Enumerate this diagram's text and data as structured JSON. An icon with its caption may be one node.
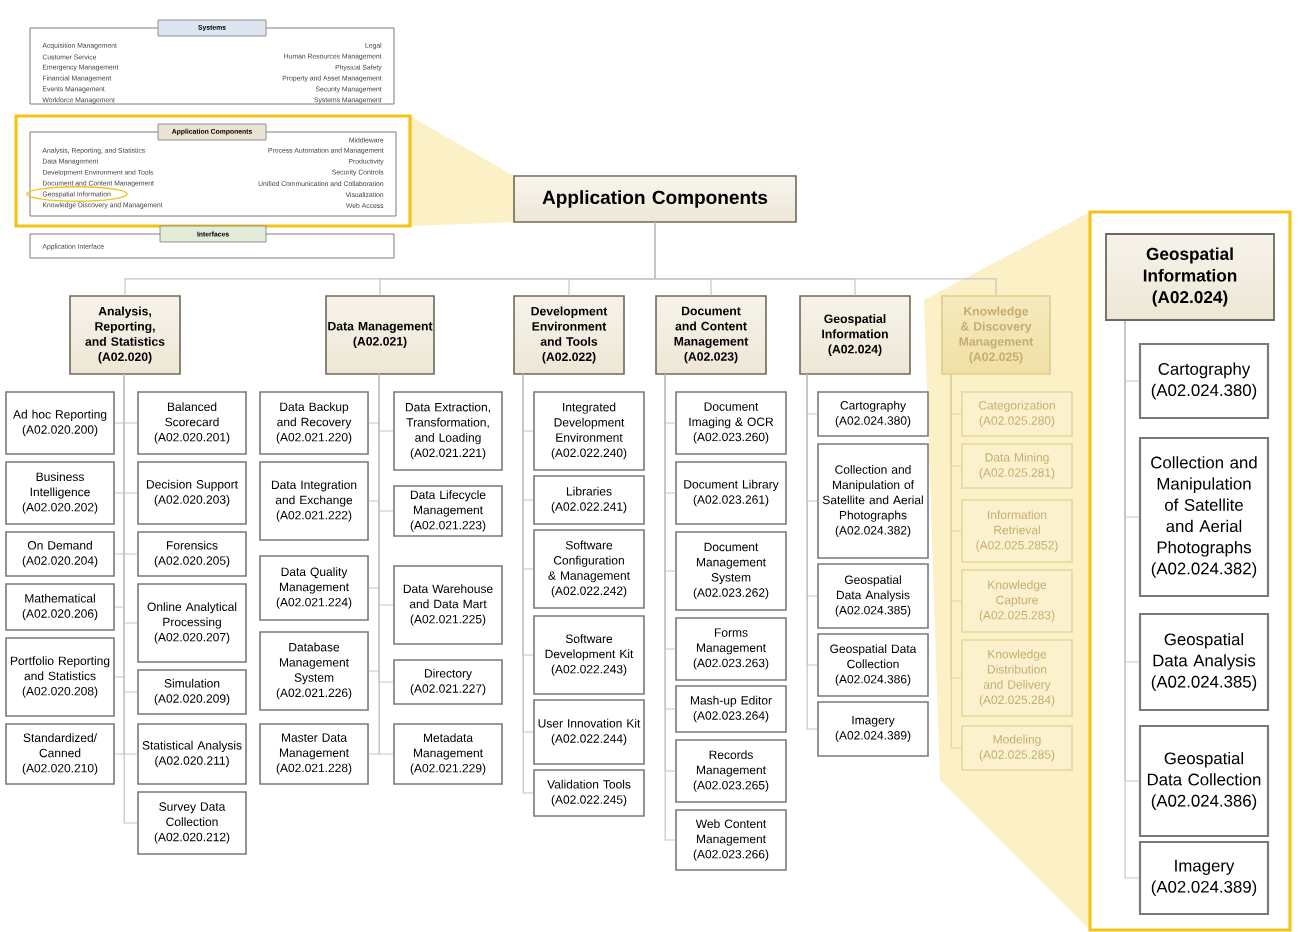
{
  "diagram": {
    "nodes": [
      {
        "text": [
          "Acquisition Management",
          "Customer Service",
          "Emergency Management",
          "Financial Management",
          "Events Management",
          "Workforce Management",
          "Legal",
          "Human Resources Management",
          "Physical Safety",
          "Property and Asset Management",
          "Security Management",
          "Systems Management"
        ]
      },
      {
        "text": [
          "Analysis, Reporting, and Statistics",
          "Data Management",
          "Development Environment and Tools",
          "Document and Content Management",
          "Geospatial Information",
          "Knowledge Discovery and Management",
          "Middleware",
          "Process Automation and Management",
          "Productivity",
          "Security Controls",
          "Unified Communication and Collaboration",
          "Visualization",
          "Web Access"
        ]
      },
      {
        "text": [
          "Application Interface"
        ]
      },
      {
        "text": [
          "Application Components"
        ]
      },
      {
        "text": [
          "Analysis, Reporting, and Statistics",
          "(A02.020)"
        ]
      },
      {
        "text": [
          "Data Management",
          "(A02.021)"
        ]
      },
      {
        "text": [
          "Development Environment and Tools",
          "(A02.022)"
        ]
      },
      {
        "text": [
          "Document and Content Management",
          "(A02.023)"
        ]
      },
      {
        "text": [
          "Geospatial Information",
          "(A02.024)"
        ]
      },
      {
        "text": [
          "Knowledge & Discovery Management",
          "(A02.025)"
        ]
      },
      {
        "text": [
          "Ad hoc Reporting",
          "(A02.020.200)"
        ]
      },
      {
        "text": [
          "Business Intelligence",
          "(A02.020.202)"
        ]
      },
      {
        "text": [
          "On Demand",
          "(A02.020.204)"
        ]
      },
      {
        "text": [
          "Mathematical",
          "(A02.020.206)"
        ]
      },
      {
        "text": [
          "Portfolio Reporting and Statistics",
          "(A02.020.208)"
        ]
      },
      {
        "text": [
          "Standardized/ Canned",
          "(A02.020.210)"
        ]
      },
      {
        "text": [
          "Balanced Scorecard",
          "(A02.020.201)"
        ]
      },
      {
        "text": [
          "Decision Support",
          "(A02.020.203)"
        ]
      },
      {
        "text": [
          "Forensics",
          "(A02.020.205)"
        ]
      },
      {
        "text": [
          "Online Analytical Processing",
          "(A02.020.207)"
        ]
      },
      {
        "text": [
          "Simulation",
          "(A02.020.209)"
        ]
      },
      {
        "text": [
          "Statistical Analysis",
          "(A02.020.211)"
        ]
      },
      {
        "text": [
          "Survey Data Collection",
          "(A02.020.212)"
        ]
      },
      {
        "text": [
          "Data Backup and Recovery",
          "(A02.021.220)"
        ]
      },
      {
        "text": [
          "Data Integration and Exchange",
          "(A02.021.222)"
        ]
      },
      {
        "text": [
          "Data Quality Management",
          "(A02.021.224)"
        ]
      },
      {
        "text": [
          "Database Management System",
          "(A02.021.226)"
        ]
      },
      {
        "text": [
          "Master Data Management",
          "(A02.021.228)"
        ]
      },
      {
        "text": [
          "Data Extraction, Transformation, and Loading",
          "(A02.021.221)"
        ]
      },
      {
        "text": [
          "Data Lifecycle Management",
          "(A02.021.223)"
        ]
      },
      {
        "text": [
          "Data Warehouse and Data Mart",
          "(A02.021.225)"
        ]
      },
      {
        "text": [
          "Directory",
          "(A02.021.227)"
        ]
      },
      {
        "text": [
          "Metadata Management",
          "(A02.021.229)"
        ]
      },
      {
        "text": [
          "Integrated Development Environment",
          "(A02.022.240)"
        ]
      },
      {
        "text": [
          "Libraries",
          "(A02.022.241)"
        ]
      },
      {
        "text": [
          "Software Configuration & Management",
          "(A02.022.242)"
        ]
      },
      {
        "text": [
          "Software Development Kit",
          "(A02.022.243)"
        ]
      },
      {
        "text": [
          "User Innovation Kit",
          "(A02.022.244)"
        ]
      },
      {
        "text": [
          "Validation Tools",
          "(A02.022.245)"
        ]
      },
      {
        "text": [
          "Document Imaging & OCR",
          "(A02.023.260)"
        ]
      },
      {
        "text": [
          "Document Library",
          "(A02.023.261)"
        ]
      },
      {
        "text": [
          "Document Management System",
          "(A02.023.262)"
        ]
      },
      {
        "text": [
          "Forms Management",
          "(A02.023.263)"
        ]
      },
      {
        "text": [
          "Mash-up Editor",
          "(A02.023.264)"
        ]
      },
      {
        "text": [
          "Records Management",
          "(A02.023.265)"
        ]
      },
      {
        "text": [
          "Web Content Management",
          "(A02.023.266)"
        ]
      },
      {
        "text": [
          "Cartography",
          "(A02.024.380)"
        ]
      },
      {
        "text": [
          "Collection and Manipulation of Satellite and Aerial Photographs",
          "(A02.024.382)"
        ]
      },
      {
        "text": [
          "Geospatial Data Analysis",
          "(A02.024.385)"
        ]
      },
      {
        "text": [
          "Geospatial Data Collection",
          "(A02.024.386)"
        ]
      },
      {
        "text": [
          "Imagery",
          "(A02.024.389)"
        ]
      },
      {
        "text": [
          "Categorization",
          "(A02.025.280)"
        ]
      },
      {
        "text": [
          "Data Mining",
          "(A02.025.281)"
        ]
      },
      {
        "text": [
          "Information Retrieval",
          "(A02.025.2852)"
        ]
      },
      {
        "text": [
          "Knowledge Capture",
          "(A02.025.283)"
        ]
      },
      {
        "text": [
          "Knowledge Distribution and Delivery",
          "(A02.025.284)"
        ]
      },
      {
        "text": [
          "Modeling",
          "(A02.025.285)"
        ]
      },
      {
        "text": [
          "Geospatial Information",
          "(A02.024)"
        ]
      },
      {
        "text": [
          "Cartography",
          "(A02.024.380)"
        ]
      },
      {
        "text": [
          "Collection and Manipulation of Satellite and Aerial Photographs",
          "(A02.024.382)"
        ]
      },
      {
        "text": [
          "Geospatial Data Analysis",
          "(A02.024.385)"
        ]
      },
      {
        "text": [
          "Geospatial Data Collection",
          "(A02.024.386)"
        ]
      },
      {
        "text": [
          "Imagery",
          "(A02.024.389)"
        ]
      },
      {
        "text": [
          "Systems"
        ]
      },
      {
        "text": [
          "Application Components"
        ]
      },
      {
        "text": [
          "Interfaces"
        ]
      }
    ],
    "edges": [
      {
        "from": 3,
        "to": 4,
        "arrow": "none"
      },
      {
        "from": 3,
        "to": 5,
        "arrow": "none"
      },
      {
        "from": 3,
        "to": 6,
        "arrow": "none"
      },
      {
        "from": 3,
        "to": 7,
        "arrow": "none"
      },
      {
        "from": 3,
        "to": 8,
        "arrow": "none"
      },
      {
        "from": 3,
        "to": 9,
        "arrow": "none"
      },
      {
        "from": 4,
        "to": 10,
        "arrow": "none"
      },
      {
        "from": 4,
        "to": 11,
        "arrow": "none"
      },
      {
        "from": 4,
        "to": 12,
        "arrow": "none"
      },
      {
        "from": 4,
        "to": 13,
        "arrow": "none"
      },
      {
        "from": 4,
        "to": 14,
        "arrow": "none"
      },
      {
        "from": 4,
        "to": 15,
        "arrow": "none"
      },
      {
        "from": 4,
        "to": 16,
        "arrow": "none"
      },
      {
        "from": 4,
        "to": 17,
        "arrow": "none"
      },
      {
        "from": 4,
        "to": 18,
        "arrow": "none"
      },
      {
        "from": 4,
        "to": 19,
        "arrow": "none"
      },
      {
        "from": 4,
        "to": 20,
        "arrow": "none"
      },
      {
        "from": 4,
        "to": 21,
        "arrow": "none"
      },
      {
        "from": 4,
        "to": 22,
        "arrow": "none"
      },
      {
        "from": 5,
        "to": 23,
        "arrow": "none"
      },
      {
        "from": 5,
        "to": 24,
        "arrow": "none"
      },
      {
        "from": 5,
        "to": 25,
        "arrow": "none"
      },
      {
        "from": 5,
        "to": 26,
        "arrow": "none"
      },
      {
        "from": 5,
        "to": 27,
        "arrow": "none"
      },
      {
        "from": 5,
        "to": 28,
        "arrow": "none"
      },
      {
        "from": 5,
        "to": 29,
        "arrow": "none"
      },
      {
        "from": 5,
        "to": 30,
        "arrow": "none"
      },
      {
        "from": 5,
        "to": 31,
        "arrow": "none"
      },
      {
        "from": 5,
        "to": 32,
        "arrow": "none"
      },
      {
        "from": 6,
        "to": 33,
        "arrow": "none"
      },
      {
        "from": 6,
        "to": 34,
        "arrow": "none"
      },
      {
        "from": 6,
        "to": 35,
        "arrow": "none"
      },
      {
        "from": 6,
        "to": 36,
        "arrow": "none"
      },
      {
        "from": 6,
        "to": 37,
        "arrow": "none"
      },
      {
        "from": 6,
        "to": 38,
        "arrow": "none"
      },
      {
        "from": 7,
        "to": 39,
        "arrow": "none"
      },
      {
        "from": 7,
        "to": 40,
        "arrow": "none"
      },
      {
        "from": 7,
        "to": 41,
        "arrow": "none"
      },
      {
        "from": 7,
        "to": 42,
        "arrow": "none"
      },
      {
        "from": 7,
        "to": 43,
        "arrow": "none"
      },
      {
        "from": 7,
        "to": 44,
        "arrow": "none"
      },
      {
        "from": 7,
        "to": 45,
        "arrow": "none"
      },
      {
        "from": 8,
        "to": 46,
        "arrow": "none"
      },
      {
        "from": 8,
        "to": 47,
        "arrow": "none"
      },
      {
        "from": 8,
        "to": 48,
        "arrow": "none"
      },
      {
        "from": 8,
        "to": 49,
        "arrow": "none"
      },
      {
        "from": 8,
        "to": 50,
        "arrow": "none"
      },
      {
        "from": 9,
        "to": 51,
        "arrow": "none",
        "color": "#e3d49c"
      },
      {
        "from": 9,
        "to": 52,
        "arrow": "none",
        "color": "#e3d49c"
      },
      {
        "from": 9,
        "to": 53,
        "arrow": "none",
        "color": "#e3d49c"
      },
      {
        "from": 9,
        "to": 54,
        "arrow": "none",
        "color": "#e3d49c"
      },
      {
        "from": 9,
        "to": 55,
        "arrow": "none",
        "color": "#e3d49c"
      },
      {
        "from": 9,
        "to": 56,
        "arrow": "none",
        "color": "#e3d49c"
      },
      {
        "from": 57,
        "to": 58,
        "arrow": "none"
      },
      {
        "from": 57,
        "to": 59,
        "arrow": "none"
      },
      {
        "from": 57,
        "to": 60,
        "arrow": "none"
      },
      {
        "from": 57,
        "to": 61,
        "arrow": "none"
      },
      {
        "from": 57,
        "to": 62,
        "arrow": "none"
      }
    ]
  }
}
